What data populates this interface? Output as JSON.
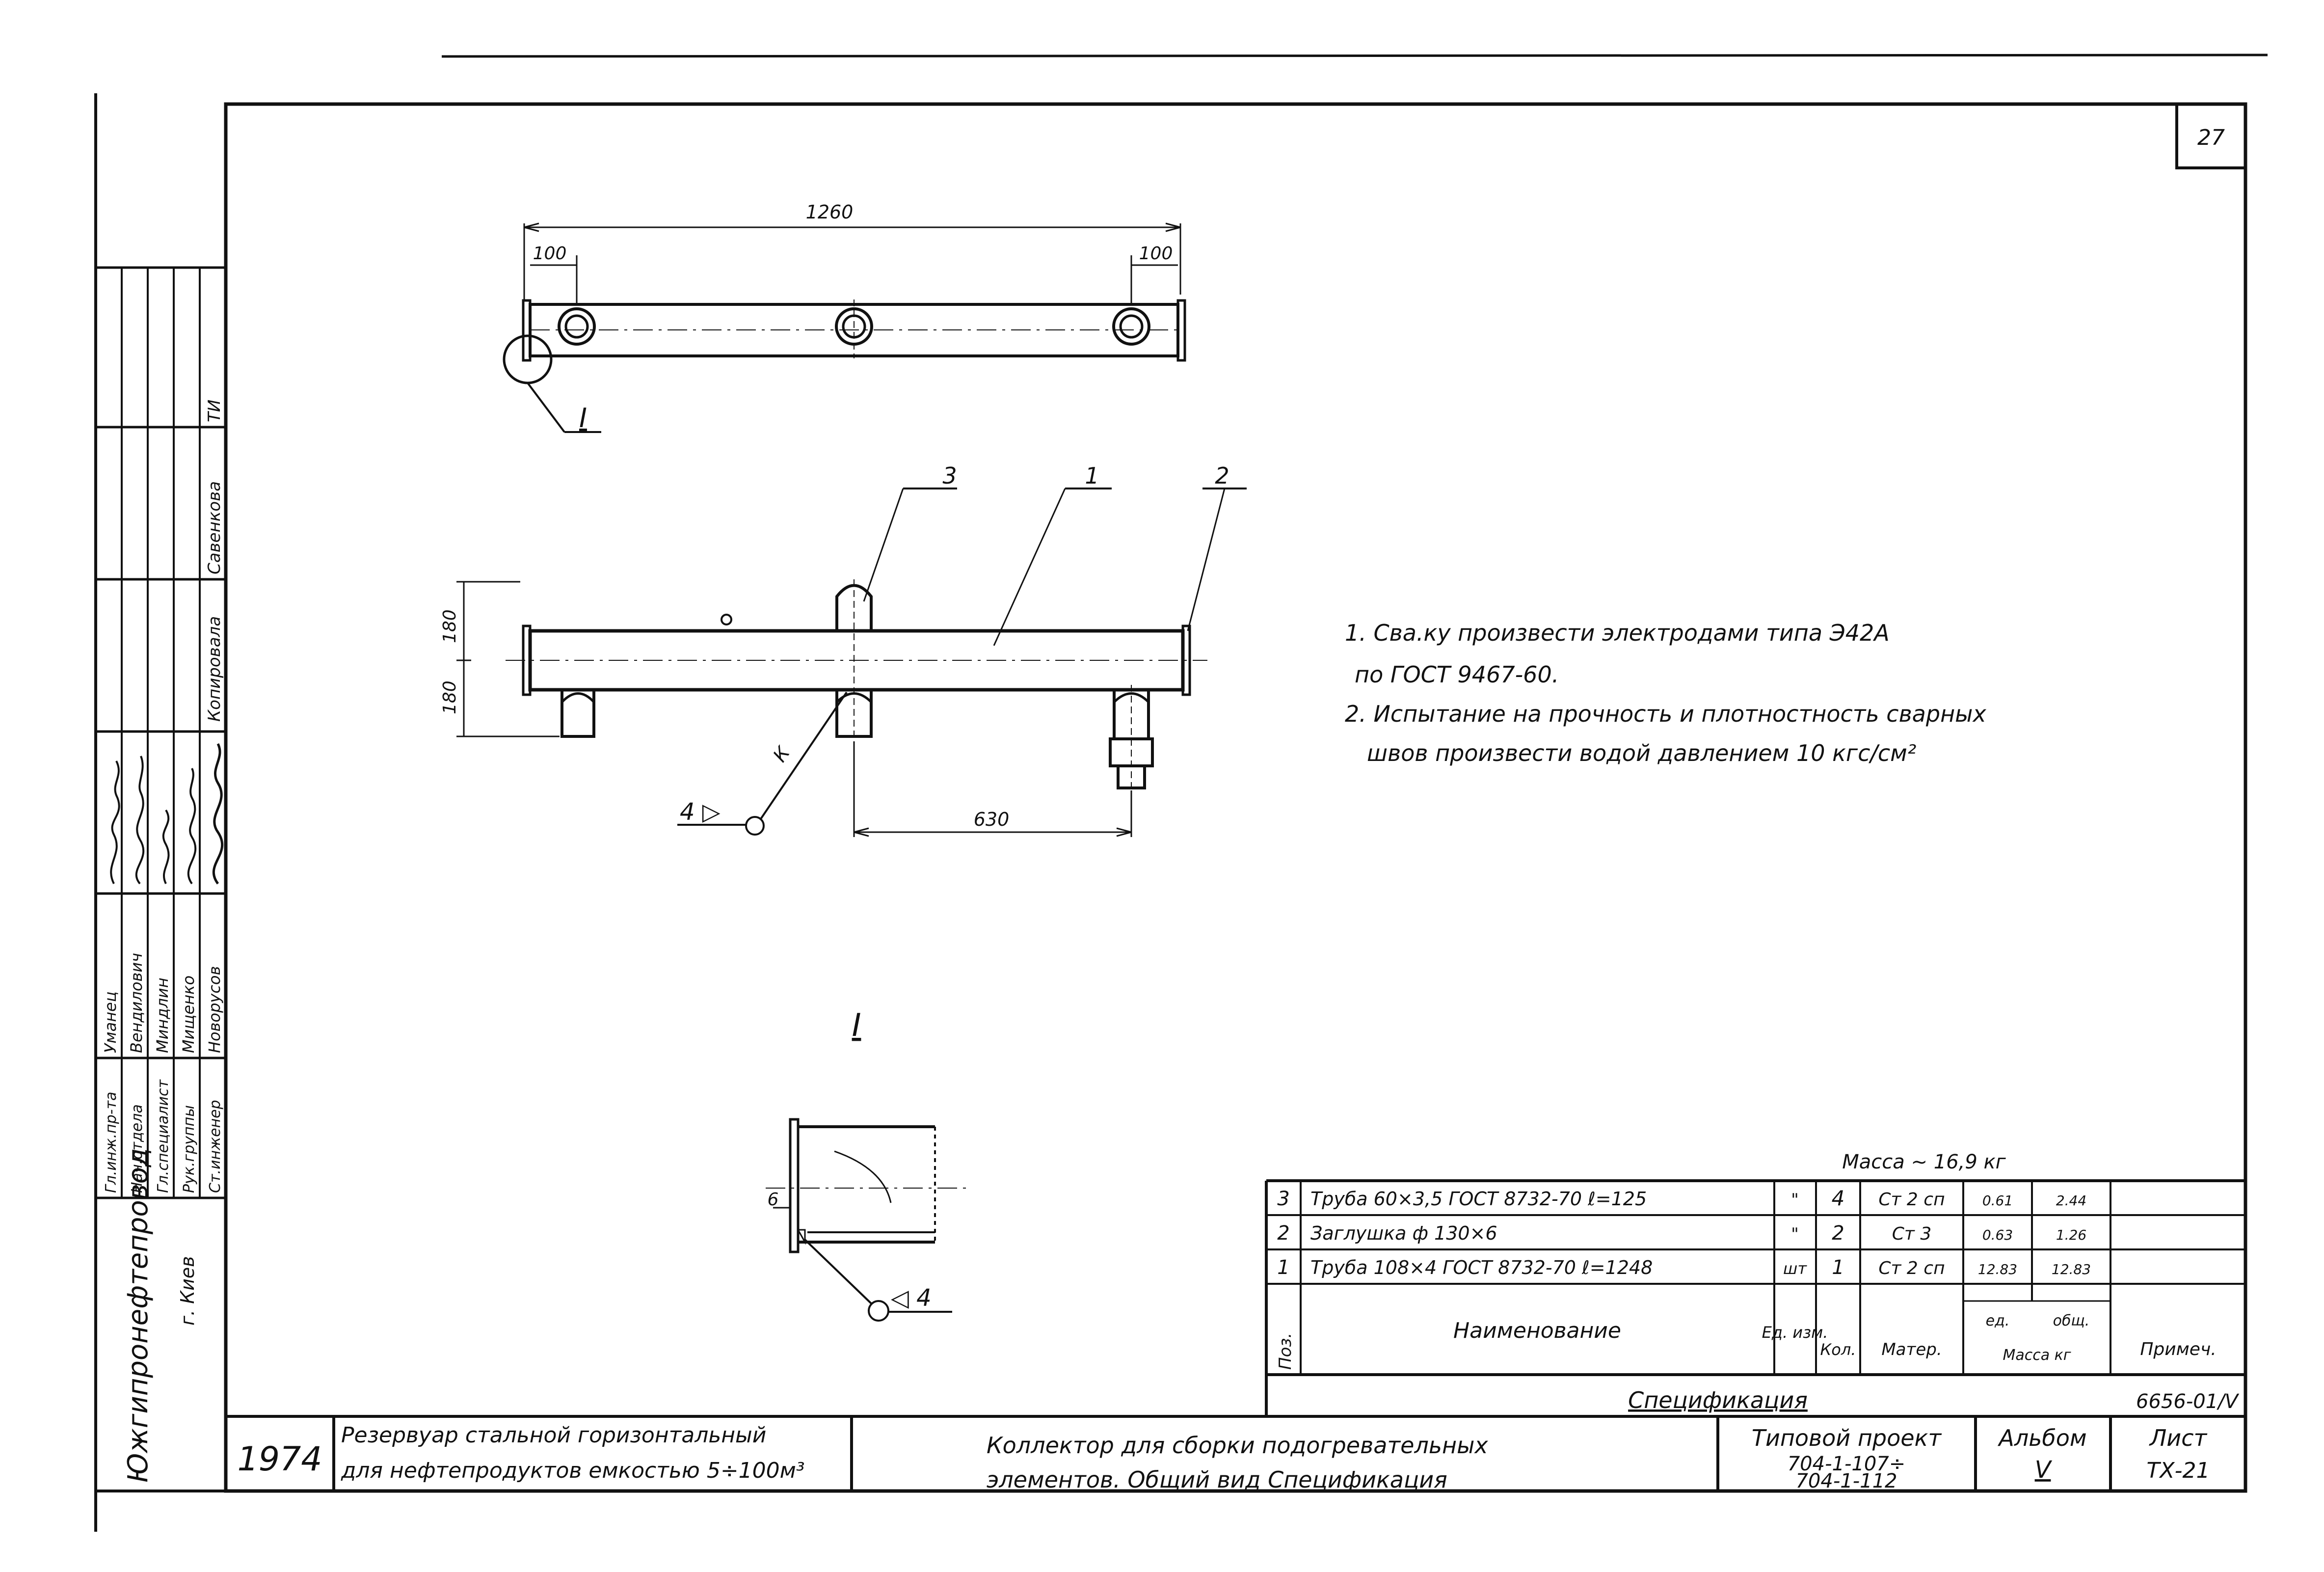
{
  "sheet": {
    "page_number": "27",
    "year": "1974",
    "organization": "Южгипронефтепровод",
    "city": "г. Киев",
    "stamp_roles": [
      "Гл.инж.пр-та",
      "Нач.отдела",
      "Гл.специалист",
      "Рук.группы",
      "Ст.инженер"
    ],
    "stamp_names": [
      "Уманец",
      "Вендилович",
      "Миндлин",
      "Мищенко",
      "Новорусов"
    ],
    "stamp_side_labels": [
      "Копировала",
      "Савенкова",
      "ТИ"
    ],
    "object_title_line1": "Резервуар стальной горизонтальный",
    "object_title_line2": "для нефтепродуктов емкостью 5÷100м³",
    "drawing_title_line1": "Коллектор для сборки подогревательных",
    "drawing_title_line2": "элементов. Общий вид Спецификация",
    "project_label": "Типовой проект",
    "project_code_line1": "704-1-107÷",
    "project_code_line2": "704-1-112",
    "album_label": "Альбом",
    "album_number": "V",
    "sheet_label": "Лист",
    "sheet_code": "ТХ-21",
    "doc_number": "6656-01/V"
  },
  "notes": [
    "1. Сва.ку произвести электродами типа Э42А",
    "по ГОСТ 9467-60.",
    "2. Испытание на прочность и плотностность сварных",
    "швов произвести водой давлением 10 кгс/см²"
  ],
  "dimensions": {
    "overall_length": "1260",
    "end_offset_left": "100",
    "end_offset_right": "100",
    "height_top": "180",
    "height_bottom": "180",
    "branch_offset": "630",
    "plug_thickness": "6"
  },
  "labels": {
    "detail_mark": "I",
    "detail_title": "I",
    "callout_1": "1",
    "callout_2": "2",
    "callout_3": "3",
    "weld_symbol": "4 ▷",
    "weld_symbol_detail": "◁ 4",
    "weld_leg": "К"
  },
  "specification": {
    "mass_label": "Масса ~ 16,9 кг",
    "caption": "Спецификация",
    "header": {
      "pos": "Поз.",
      "name": "Наименование",
      "unit": "Ед. изм.",
      "qty": "Кол.",
      "material": "Матер.",
      "mass_unit": "ед.",
      "mass_total": "общ.",
      "mass_kg": "Масса кг",
      "note": "Примеч."
    },
    "rows": [
      {
        "pos": "3",
        "name": "Труба 60×3,5 ГОСТ 8732-70  ℓ=125",
        "unit": "\"",
        "qty": "4",
        "material": "Ст 2 сп",
        "unit_mass": "0.61",
        "total_mass": "2.44",
        "note": ""
      },
      {
        "pos": "2",
        "name": "Заглушка  ф 130×6",
        "unit": "\"",
        "qty": "2",
        "material": "Ст 3",
        "unit_mass": "0.63",
        "total_mass": "1.26",
        "note": ""
      },
      {
        "pos": "1",
        "name": "Труба 108×4  ГОСТ 8732-70  ℓ=1248",
        "unit": "шт",
        "qty": "1",
        "material": "Ст 2 сп",
        "unit_mass": "12.83",
        "total_mass": "12.83",
        "note": ""
      }
    ]
  }
}
